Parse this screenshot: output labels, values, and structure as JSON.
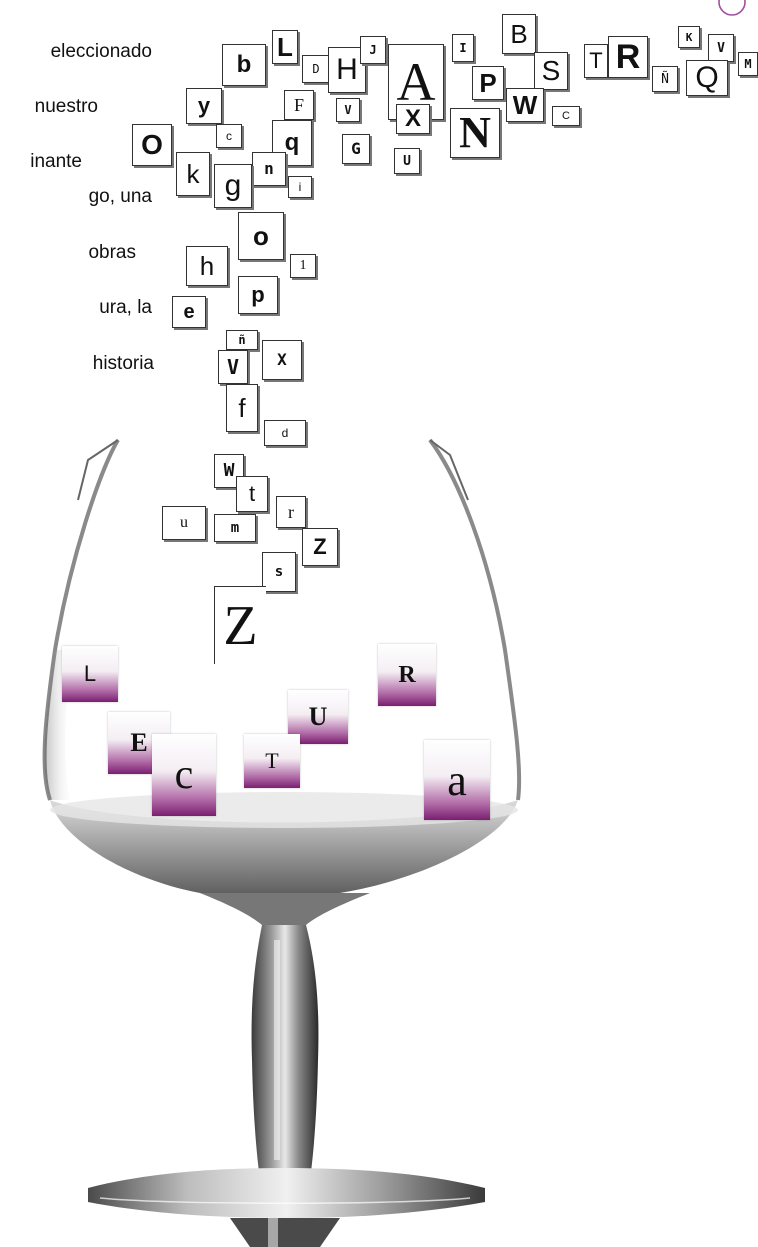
{
  "text_lines": [
    {
      "text": "eleccionado"
    },
    {
      "text": "nuestro"
    },
    {
      "text": "inante"
    },
    {
      "text": "go, una"
    },
    {
      "text": "obras"
    },
    {
      "text": "ura,  la"
    },
    {
      "text": "historia"
    }
  ],
  "falling_letters": [
    {
      "char": "L"
    },
    {
      "char": "D"
    },
    {
      "char": "H"
    },
    {
      "char": "J"
    },
    {
      "char": "A"
    },
    {
      "char": "I"
    },
    {
      "char": "P"
    },
    {
      "char": "B"
    },
    {
      "char": "S"
    },
    {
      "char": "W"
    },
    {
      "char": "C"
    },
    {
      "char": "T"
    },
    {
      "char": "R"
    },
    {
      "char": "K"
    },
    {
      "char": "V"
    },
    {
      "char": "Ñ"
    },
    {
      "char": "Q"
    },
    {
      "char": "M"
    },
    {
      "char": "b"
    },
    {
      "char": "y"
    },
    {
      "char": "F"
    },
    {
      "char": "V"
    },
    {
      "char": "X"
    },
    {
      "char": "N"
    },
    {
      "char": "O"
    },
    {
      "char": "c"
    },
    {
      "char": "q"
    },
    {
      "char": "G"
    },
    {
      "char": "U"
    },
    {
      "char": "k"
    },
    {
      "char": "n"
    },
    {
      "char": "g"
    },
    {
      "char": "i"
    },
    {
      "char": "o"
    },
    {
      "char": "h"
    },
    {
      "char": "1"
    },
    {
      "char": "p"
    },
    {
      "char": "e"
    },
    {
      "char": "ñ"
    },
    {
      "char": "V"
    },
    {
      "char": "X"
    },
    {
      "char": "f"
    },
    {
      "char": "d"
    },
    {
      "char": "W"
    },
    {
      "char": "t"
    },
    {
      "char": "u"
    },
    {
      "char": "m"
    },
    {
      "char": "r"
    },
    {
      "char": "Z"
    },
    {
      "char": "s"
    },
    {
      "char": "Z"
    }
  ],
  "glass_letters": [
    {
      "char": "L"
    },
    {
      "char": "R"
    },
    {
      "char": "U"
    },
    {
      "char": "E"
    },
    {
      "char": "c"
    },
    {
      "char": "T"
    },
    {
      "char": "a"
    }
  ],
  "colors": {
    "tile_gradient_end": "#7a1f70",
    "corner_circle": "#a050a0"
  }
}
